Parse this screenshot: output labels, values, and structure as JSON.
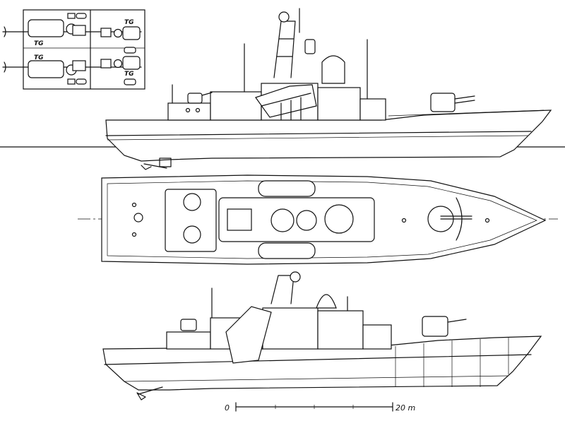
{
  "engine_plan": {
    "labels": [
      "TG",
      "TG",
      "TG",
      "TG"
    ]
  },
  "scale_bar": {
    "start_label": "0",
    "end_label": "20 m"
  },
  "colors": {
    "ink": "#111111",
    "paper": "#ffffff"
  }
}
